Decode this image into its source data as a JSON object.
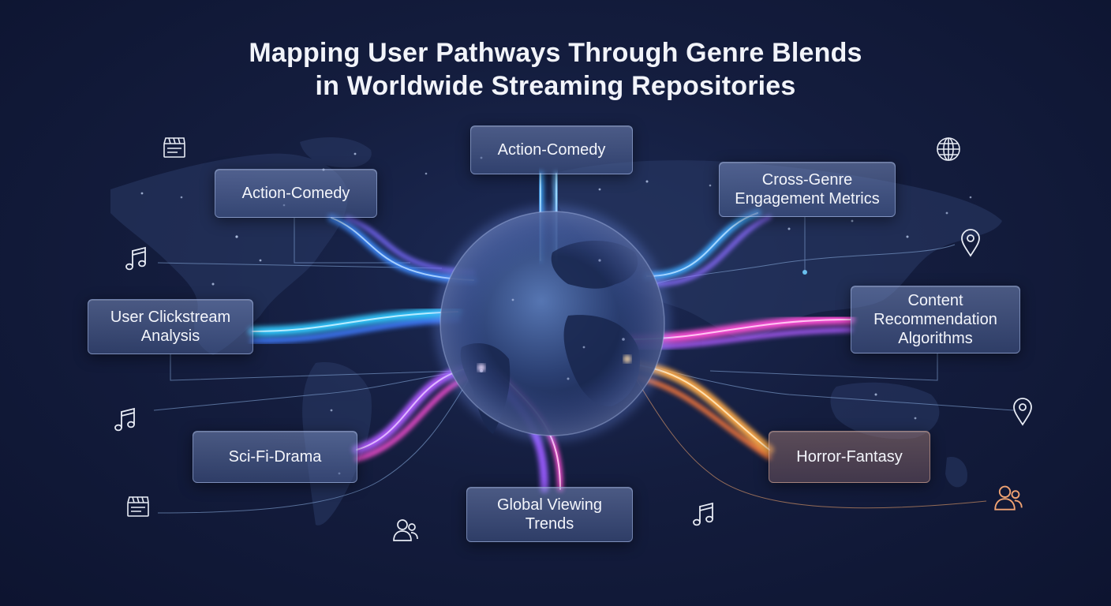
{
  "title": {
    "line1": "Mapping User Pathways Through Genre Blends",
    "line2": "in Worldwide Streaming Repositories"
  },
  "nodes": {
    "action_comedy_top": [
      "Action-Comedy"
    ],
    "action_comedy_left": [
      "Action-Comedy"
    ],
    "cross_genre": [
      "Cross-Genre",
      "Engagement Metrics"
    ],
    "user_clickstream": [
      "User Clickstream",
      "Analysis"
    ],
    "content_recommendation": [
      "Content",
      "Recommendation",
      "Algorithms"
    ],
    "sci_fi_drama": [
      "Sci-Fi-Drama"
    ],
    "horror_fantasy": [
      "Horror-Fantasy"
    ],
    "global_viewing": [
      "Global Viewing",
      "Trends"
    ]
  },
  "icons": [
    "clapperboard-icon",
    "globe-icon",
    "music-note-icon",
    "map-pin-icon",
    "user-group-icon"
  ],
  "colors": {
    "background": "#141d3e",
    "blue_flow": "#3fa9ff",
    "purple_flow": "#b05cff",
    "magenta_flow": "#ff4fd8",
    "orange_flow": "#ffab4a"
  }
}
